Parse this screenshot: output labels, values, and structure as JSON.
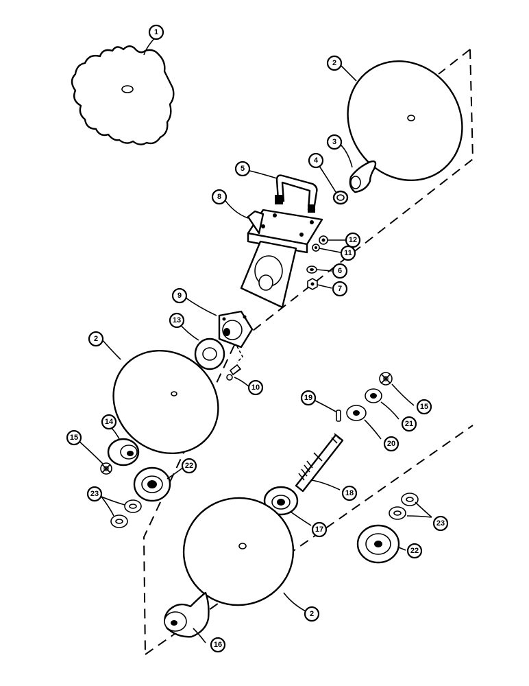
{
  "diagram": {
    "callouts": [
      {
        "id": "c1",
        "label": "1"
      },
      {
        "id": "c2a",
        "label": "2"
      },
      {
        "id": "c3",
        "label": "3"
      },
      {
        "id": "c4",
        "label": "4"
      },
      {
        "id": "c5",
        "label": "5"
      },
      {
        "id": "c8",
        "label": "8"
      },
      {
        "id": "c12",
        "label": "12"
      },
      {
        "id": "c11",
        "label": "11"
      },
      {
        "id": "c6",
        "label": "6"
      },
      {
        "id": "c7",
        "label": "7"
      },
      {
        "id": "c9",
        "label": "9"
      },
      {
        "id": "c13",
        "label": "13"
      },
      {
        "id": "c2b",
        "label": "2"
      },
      {
        "id": "c10",
        "label": "10"
      },
      {
        "id": "c19",
        "label": "19"
      },
      {
        "id": "c15a",
        "label": "15"
      },
      {
        "id": "c21",
        "label": "21"
      },
      {
        "id": "c20",
        "label": "20"
      },
      {
        "id": "c14",
        "label": "14"
      },
      {
        "id": "c15b",
        "label": "15"
      },
      {
        "id": "c22a",
        "label": "22"
      },
      {
        "id": "c18",
        "label": "18"
      },
      {
        "id": "c23a",
        "label": "23"
      },
      {
        "id": "c17",
        "label": "17"
      },
      {
        "id": "c23b",
        "label": "23"
      },
      {
        "id": "c22b",
        "label": "22"
      },
      {
        "id": "c2c",
        "label": "2"
      },
      {
        "id": "c16",
        "label": "16"
      }
    ]
  }
}
